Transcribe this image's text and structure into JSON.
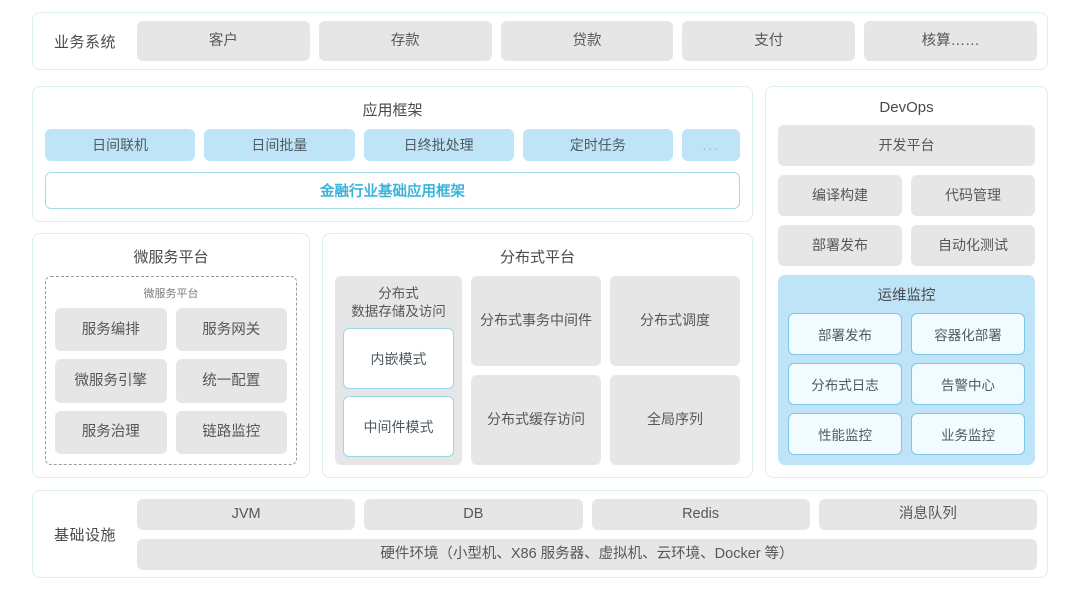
{
  "business_systems": {
    "label": "业务系统",
    "tiles": [
      "客户",
      "存款",
      "贷款",
      "支付",
      "核算……"
    ]
  },
  "app_framework": {
    "title": "应用框架",
    "tiles": [
      "日间联机",
      "日间批量",
      "日终批处理",
      "定时任务",
      "..."
    ],
    "base_bar": "金融行业基础应用框架",
    "accent_color": "#3bb4da"
  },
  "microservice_platform": {
    "title": "微服务平台",
    "inner_title": "微服务平台",
    "tiles": [
      "服务编排",
      "服务网关",
      "微服务引擎",
      "统一配置",
      "服务治理",
      "链路监控"
    ]
  },
  "distributed_platform": {
    "title": "分布式平台",
    "storage_tile": {
      "label": "分布式\n数据存储及访问",
      "label_line1": "分布式",
      "label_line2": "数据存储及访问",
      "modes": [
        "内嵌模式",
        "中间件模式"
      ]
    },
    "tiles": [
      {
        "line1": "分布式",
        "line2": "事务中间件"
      },
      {
        "line1": "分布式调度",
        "line2": ""
      },
      {
        "line1": "分布式",
        "line2": "缓存访问"
      },
      {
        "line1": "全局序列",
        "line2": ""
      }
    ]
  },
  "devops": {
    "title": "DevOps",
    "platform_tile": "开发平台",
    "tiles": [
      "编译构建",
      "代码管理",
      "部署发布",
      "自动化测试"
    ],
    "ops_monitor": {
      "title": "运维监控",
      "tiles": [
        "部署发布",
        "容器化部署",
        "分布式日志",
        "告警中心",
        "性能监控",
        "业务监控"
      ],
      "bg_color": "#bfe3f7"
    }
  },
  "infrastructure": {
    "label": "基础设施",
    "tiles": [
      "JVM",
      "DB",
      "Redis",
      "消息队列"
    ],
    "hardware": "硬件环境（小型机、X86 服务器、虚拟机、云环境、Docker 等）"
  },
  "colors": {
    "panel_border": "#dcedf0",
    "tile_gray": "#e6e6e6",
    "tile_blue": "#bfe3f7",
    "text": "#4a4a4a"
  }
}
